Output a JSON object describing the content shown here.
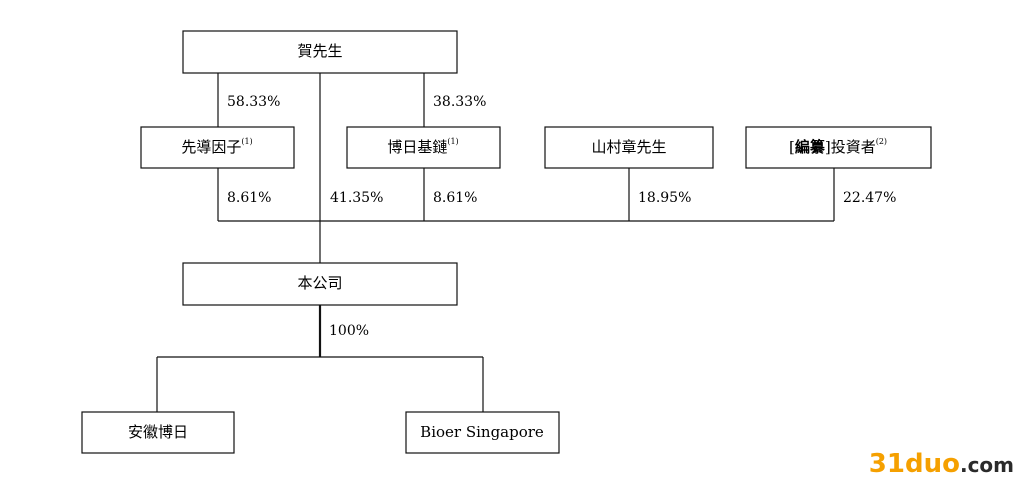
{
  "nodes": {
    "he": {
      "label": "賀先生"
    },
    "xdyz": {
      "label": "先導因子",
      "sup": "(1)"
    },
    "brjj": {
      "label": "博日基鏈",
      "sup": "(1)"
    },
    "scz": {
      "label": "山村章先生"
    },
    "investor": {
      "bracket_open": "[",
      "redacted": "編纂",
      "bracket_close": "]",
      "label": "投資者",
      "sup": "(2)"
    },
    "company": {
      "label": "本公司"
    },
    "ahbr": {
      "label": "安徽博日"
    },
    "bioer_sg": {
      "label": "Bioer Singapore"
    }
  },
  "edges": {
    "he_xdyz": "58.33%",
    "he_brjj": "38.33%",
    "xdyz_company": "8.61%",
    "he_company": "41.35%",
    "brjj_company": "8.61%",
    "scz_company": "18.95%",
    "investor_company": "22.47%",
    "company_subs": "100%"
  },
  "watermark": {
    "number": "31",
    "name": "duo",
    "dot": ".",
    "tld": "com"
  },
  "colors": {
    "line": "#111111",
    "watermark_orange": "#f5a000",
    "watermark_dark": "#2a2a2a"
  }
}
